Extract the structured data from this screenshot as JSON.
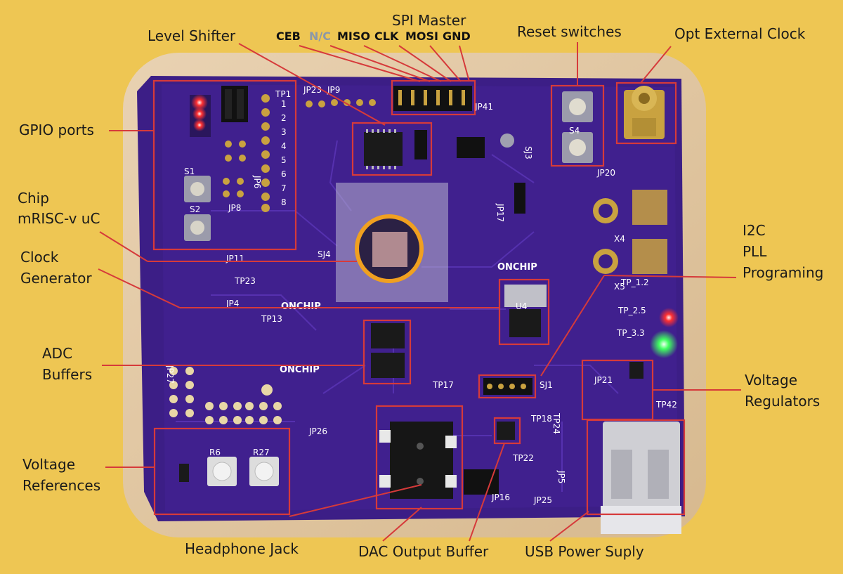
{
  "colors": {
    "background": "#eec653",
    "pcb": "#3c1e86",
    "callout": "#d63a3a",
    "chip_ring": "#f0a020",
    "led_red": "#ff3030",
    "led_green": "#40ff60"
  },
  "callouts": {
    "level_shifter": "Level Shifter",
    "spi_master": "SPI Master",
    "spi_pins": [
      "CEB",
      "N/C",
      "MISO",
      "CLK",
      "MOSI",
      "GND"
    ],
    "reset_switches": "Reset switches",
    "opt_external_clock": "Opt External Clock",
    "gpio_ports": "GPIO ports",
    "chip_line1": "Chip",
    "chip_line2": "mRISC-v uC",
    "clock_gen_line1": "Clock",
    "clock_gen_line2": "Generator",
    "i2c_line1": "I2C",
    "i2c_line2": "PLL",
    "i2c_line3": "Programing",
    "adc_line1": "ADC",
    "adc_line2": "Buffers",
    "vreg_line1": "Voltage",
    "vreg_line2": "Regulators",
    "vref_line1": "Voltage",
    "vref_line2": "References",
    "headphone_jack": "Headphone Jack",
    "dac_output_buffer": "DAC Output Buffer",
    "usb_power": "USB Power Suply"
  },
  "board_marks": {
    "logo_text": "ONCHIP",
    "jumpers": [
      "JP23",
      "JP9",
      "JP41",
      "JP20",
      "JP8",
      "JP6",
      "JP11",
      "JP4",
      "JP17",
      "JP27",
      "JP21",
      "JP26",
      "JP25",
      "JP5",
      "JP16"
    ],
    "testpoints": [
      "TP1",
      "TP23",
      "TP13",
      "TP17",
      "TP24",
      "TP18",
      "TP22",
      "TP42",
      "TP_1.2",
      "TP_2.5",
      "TP_3.3"
    ],
    "parts": [
      "S1",
      "S2",
      "S4",
      "X4",
      "X5",
      "U4",
      "R6",
      "R27",
      "SJ1",
      "SJ3",
      "SJ4"
    ],
    "header_numbers": [
      "1",
      "2",
      "3",
      "4",
      "5",
      "6",
      "7",
      "8"
    ]
  }
}
